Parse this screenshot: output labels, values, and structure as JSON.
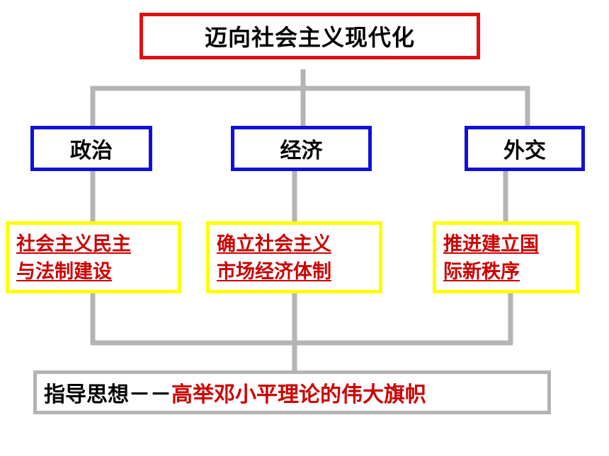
{
  "title": "迈向社会主义现代化",
  "areas": [
    {
      "label": "政治",
      "task": "社会主义民主\n与法制建设"
    },
    {
      "label": "经济",
      "task": "确立社会主义\n市场经济体制"
    },
    {
      "label": "外交",
      "task": "推进建立国\n际新秩序"
    }
  ],
  "guide": {
    "prefix": "指导思想－－",
    "emphasis": "高举邓小平理论的伟大旗帜"
  },
  "colors": {
    "title_border": "#e01010",
    "area_border": "#1010d8",
    "task_border": "#ffff00",
    "task_text": "#cc0000",
    "connector": "#b4b4b4",
    "guide_border": "#b4b4b4"
  }
}
